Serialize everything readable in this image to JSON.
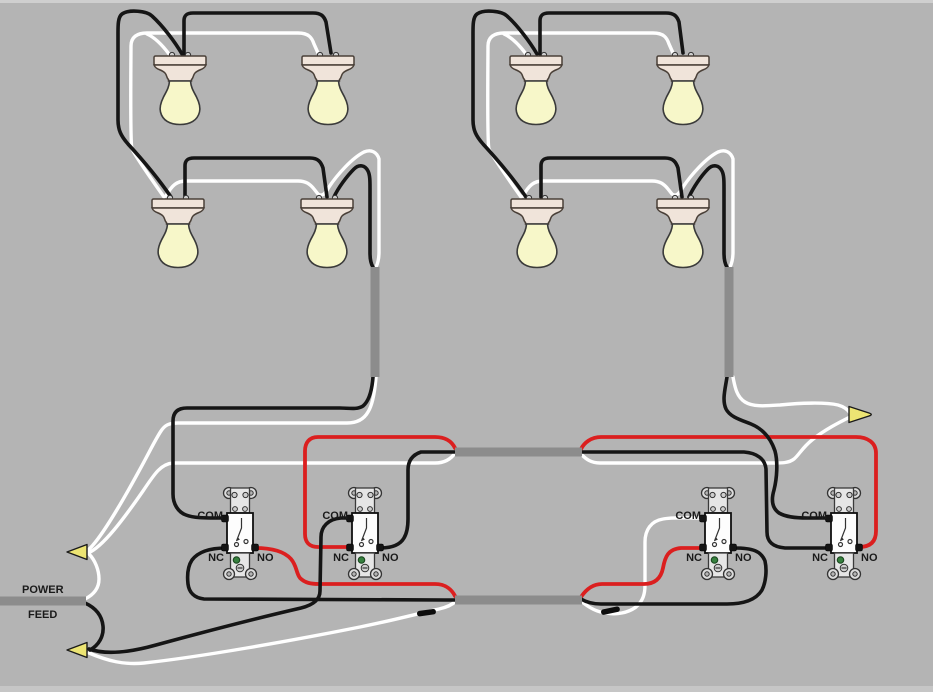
{
  "canvas": {
    "background": "#b4b4b4",
    "top_strip": "#cfcfcf",
    "bottom_strip": "#c6c6c6"
  },
  "feed": {
    "label_line1": "POWER",
    "label_line2": "FEED"
  },
  "switches": [
    {
      "id": "switch-1",
      "com_label": "COM",
      "nc_label": "NC",
      "no_label": "NO"
    },
    {
      "id": "switch-2",
      "com_label": "COM",
      "nc_label": "NC",
      "no_label": "NO"
    },
    {
      "id": "switch-3",
      "com_label": "COM",
      "nc_label": "NC",
      "no_label": "NO"
    },
    {
      "id": "switch-4",
      "com_label": "COM",
      "nc_label": "NC",
      "no_label": "NO"
    }
  ],
  "components": {
    "lamps": 8,
    "switches": 4,
    "wire_connectors": 3,
    "cable_segments": 5,
    "tape_marks": 2
  },
  "colors": {
    "hot_wire": "#151515",
    "neutral_wire": "#ffffff",
    "traveler_wire": "#db1f1f",
    "cable_sheath": "#8c8c8c",
    "bulb": "#f7f7c9",
    "lamp_holder": "#f0e4da",
    "wire_connector": "#ece473",
    "label_text": "#1a1a1a"
  }
}
